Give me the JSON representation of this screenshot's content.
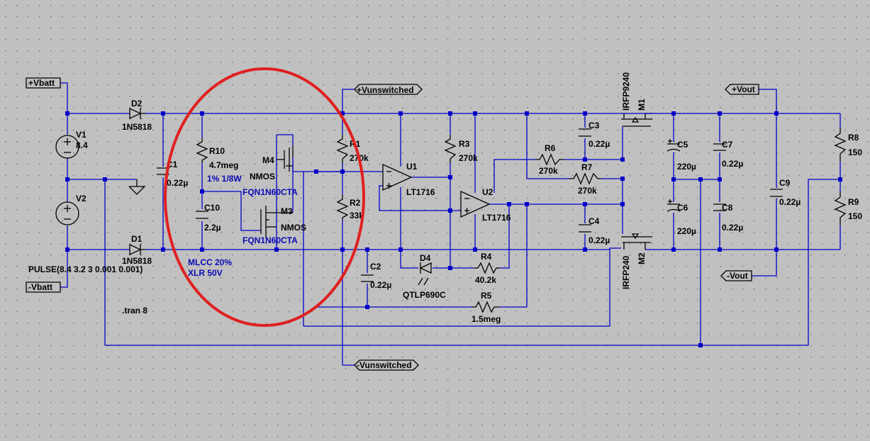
{
  "schematic": {
    "nets": {
      "vbatt_pos": "+Vbatt",
      "vbatt_neg": "-Vbatt",
      "vunsw_pos": "+Vunswitched",
      "vunsw_neg": "-Vunswitched",
      "vout_pos": "+Vout",
      "vout_neg": "-Vout"
    },
    "sources": {
      "v1_name": "V1",
      "v1_value": "8.4",
      "v2_name": "V2",
      "v2_value": "PULSE(8.4 3.2 3 0.001 0.001)"
    },
    "diodes": {
      "d2_name": "D2",
      "d2_part": "1N5818",
      "d1_name": "D1",
      "d1_part": "1N5818",
      "d4_name": "D4",
      "d4_part": "QTLP690C"
    },
    "capacitors": {
      "c1_name": "C1",
      "c1_value": "0.22µ",
      "c10_name": "C10",
      "c10_value": "2.2µ",
      "c10_note1": "MLCC 20%",
      "c10_note2": "XLR 50V",
      "c2_name": "C2",
      "c2_value": "0.22µ",
      "c3_name": "C3",
      "c3_value": "0.22µ",
      "c4_name": "C4",
      "c4_value": "0.22µ",
      "c5_name": "C5",
      "c5_value": "220µ",
      "c6_name": "C6",
      "c6_value": "220µ",
      "c7_name": "C7",
      "c7_value": "0.22µ",
      "c8_name": "C8",
      "c8_value": "0.22µ",
      "c9_name": "C9",
      "c9_value": "0.22µ"
    },
    "resistors": {
      "r10_name": "R10",
      "r10_value": "4.7meg",
      "r10_note": "1% 1/8W",
      "r1_name": "R1",
      "r1_value": "270k",
      "r2_name": "R2",
      "r2_value": "33k",
      "r3_name": "R3",
      "r3_value": "270k",
      "r4_name": "R4",
      "r4_value": "40.2k",
      "r5_name": "R5",
      "r5_value": "1.5meg",
      "r6_name": "R6",
      "r6_value": "270k",
      "r7_name": "R7",
      "r7_value": "270k",
      "r8_name": "R8",
      "r8_value": "150",
      "r9_name": "R9",
      "r9_value": "150"
    },
    "mosfets": {
      "m4_name": "M4",
      "m4_type": "NMOS",
      "m4_part": "FQN1N60CTA",
      "m3_name": "M3",
      "m3_type": "NMOS",
      "m3_part": "FQN1N60CTA",
      "m1_name": "M1",
      "m1_part": "IRFP9240",
      "m2_name": "M2",
      "m2_part": "IRFP240"
    },
    "opamps": {
      "u1_name": "U1",
      "u1_part": "LT1716",
      "u2_name": "U2",
      "u2_part": "LT1716"
    },
    "directive": ".tran 8"
  },
  "colors": {
    "background": "#c0c0c0",
    "wire": "#0000c8",
    "component": "#000000",
    "attribute_text": "#0a0ab4",
    "highlight_circle": "#e02020"
  }
}
